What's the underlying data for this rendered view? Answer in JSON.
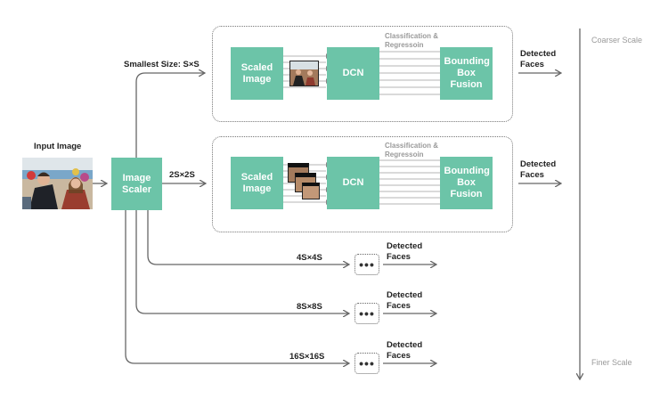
{
  "input": {
    "label": "Input Image"
  },
  "scaler": {
    "label": "Image Scaler"
  },
  "scales": {
    "smallest": "Smallest Size: S×S",
    "s2": "2S×2S",
    "s4": "4S×4S",
    "s8": "8S×8S",
    "s16": "16S×16S"
  },
  "stage": {
    "scaled_image": "Scaled Image",
    "dcn": "DCN",
    "fusion": "Bounding Box Fusion",
    "classification": "Classification & Regressoin"
  },
  "output": {
    "detected": "Detected Faces"
  },
  "ellipsis": "•••",
  "axis": {
    "top": "Coarser Scale",
    "bottom": "Finer Scale"
  },
  "colors": {
    "box": "#6cc4a8",
    "arrow": "#666666",
    "scale_text": "#9a9a9a"
  }
}
